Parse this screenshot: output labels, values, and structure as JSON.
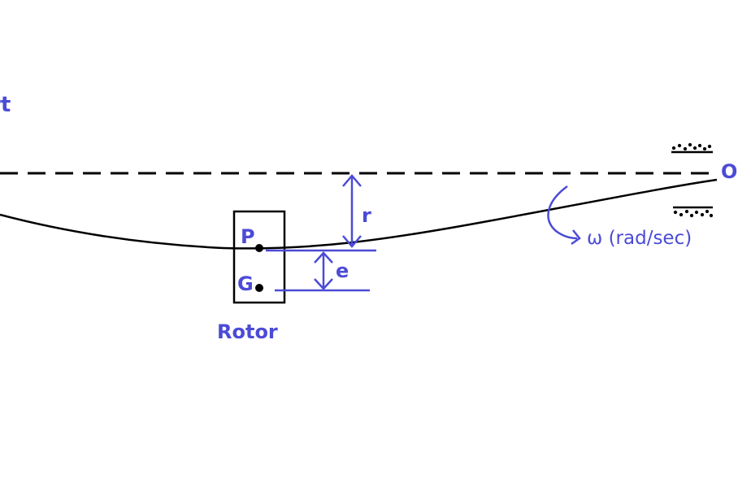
{
  "labels": {
    "shaft": "rt",
    "point_p": "P",
    "point_g": "G",
    "radius": "r",
    "eccentricity": "e",
    "rotor": "Rotor",
    "bearing": "O",
    "angular_velocity": "ω (rad/sec)"
  },
  "colors": {
    "annotation": "#4b4bd6",
    "line": "#000000",
    "background": "#ffffff"
  }
}
